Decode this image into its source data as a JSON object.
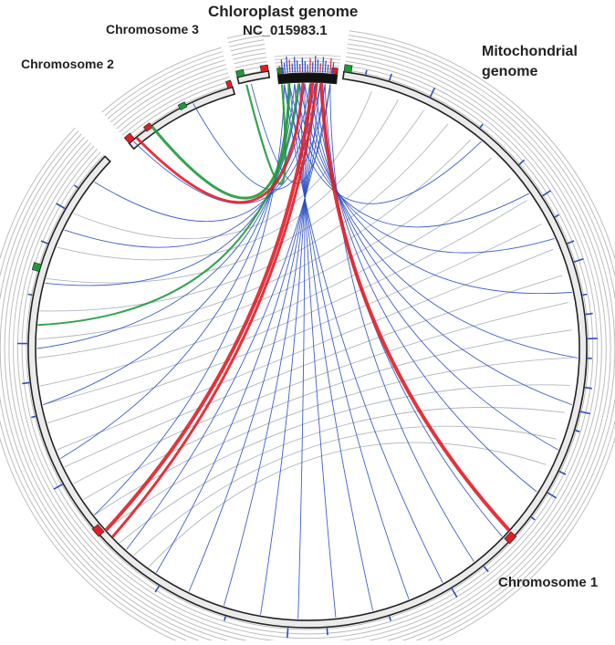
{
  "labels": {
    "chloroplast_title": "Chloroplast  genome",
    "chloroplast_accession": "NC_015983.1",
    "chromosome3": "Chromosome 3",
    "chromosome2": "Chromosome 2",
    "mitochondrial_line1": "Mitochondrial",
    "mitochondrial_line2": "genome",
    "chromosome1": "Chromosome 1"
  },
  "colors": {
    "link_blue": "#2a4fc2",
    "link_red": "#e01e26",
    "link_green": "#1e9a3a",
    "link_grey": "#a9aebb",
    "ideogram_fill": "#ebebeb",
    "ideogram_edge": "#222222",
    "track_line": "#bdbdbd"
  }
}
